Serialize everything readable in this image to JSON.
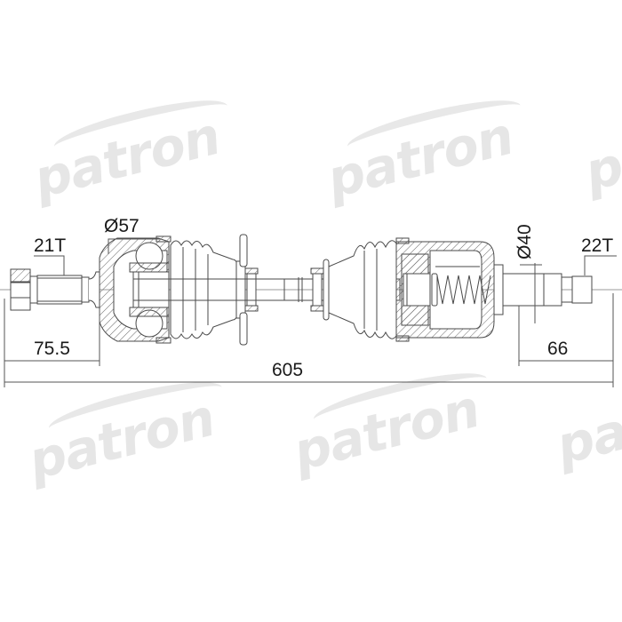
{
  "diagram": {
    "type": "technical-drawing",
    "subject": "CV drive shaft (axle) cross-section",
    "watermark": "patron",
    "dimensions": {
      "outer_spline_teeth": "21T",
      "outer_joint_diameter": "Ø57",
      "outer_stub_length": "75.5",
      "total_length": "605",
      "inner_joint_diameter": "Ø40",
      "inner_spline_teeth": "22T",
      "inner_stub_length": "66"
    },
    "colors": {
      "line": "#4a4a4a",
      "hatch": "#6a6a6a",
      "text": "#1a1a1a",
      "watermark": "#e6e6e6",
      "background": "#ffffff"
    }
  }
}
